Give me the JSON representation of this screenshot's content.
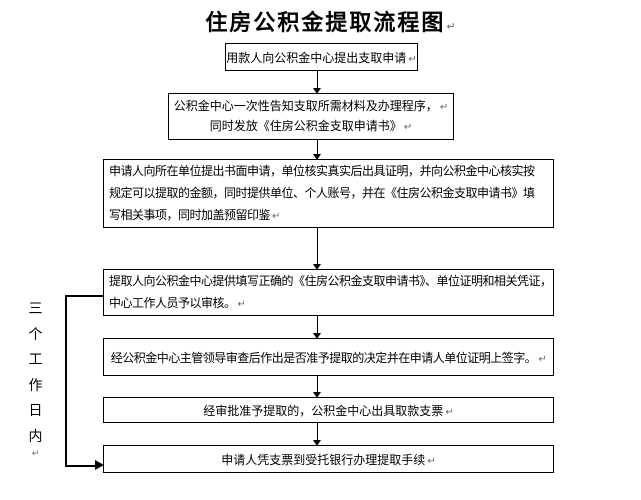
{
  "colors": {
    "ink": "#000000",
    "background": "#ffffff"
  },
  "title": {
    "text": "住房公积金提取流程图",
    "mark": "↵"
  },
  "flow": {
    "boxes": [
      {
        "id": "submit-application",
        "lines": [
          {
            "t": "用款人向公积金中心提出支取申请",
            "m": "↵"
          }
        ]
      },
      {
        "id": "notify-materials",
        "lines": [
          {
            "t": "公积金中心一次性告知支取所需材料及办理程序，",
            "m": "↵"
          },
          {
            "t": "同时发放《住房公积金支取申请书》",
            "m": "↵"
          }
        ]
      },
      {
        "id": "employer-verification",
        "lines": [
          {
            "t": "申请人向所在单位提出书面申请，单位核实真实后出具证明，并向公积金中心核实按",
            "m": ""
          },
          {
            "t": "规定可以提取的金额，同时提供单位、个人账号，并在《住房公积金支取申请书》填",
            "m": ""
          },
          {
            "t": "写相关事项，同时加盖预留印鉴",
            "m": "↵"
          }
        ]
      },
      {
        "id": "center-review",
        "lines": [
          {
            "t": "提取人向公积金中心提供填写正确的《住房公积金支取申请书》、单位证明和相关凭证，",
            "m": ""
          },
          {
            "t": "中心工作人员予以审核。",
            "m": "↵"
          }
        ]
      },
      {
        "id": "leader-approval",
        "lines": [
          {
            "t": "经公积金中心主管领导审查后作出是否准予提取的决定并在申请人单位证明上签字。",
            "m": "↵"
          }
        ]
      },
      {
        "id": "issue-cheque",
        "lines": [
          {
            "t": "经审批准予提取的，公积金中心出具取款支票",
            "m": "↵"
          }
        ]
      },
      {
        "id": "bank-withdrawal",
        "lines": [
          {
            "t": "申请人凭支票到受托银行办理提取手续",
            "m": "↵"
          }
        ]
      }
    ]
  },
  "side_label": {
    "text": "三个工作日内",
    "mark": "↵"
  }
}
